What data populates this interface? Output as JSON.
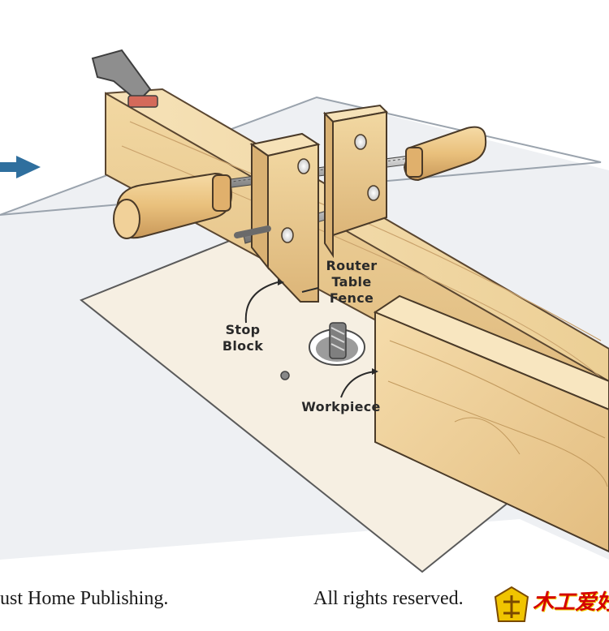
{
  "labels": {
    "router_table_fence": [
      "Router",
      "Table",
      "Fence"
    ],
    "stop_block": [
      "Stop",
      "Block"
    ],
    "workpiece": "Workpiece"
  },
  "footer": {
    "left_text": "ust Home Publishing.",
    "right_text": "All rights reserved."
  },
  "logo": {
    "text": "木工爱好者",
    "icon": "woodworking-logo-icon"
  },
  "colors": {
    "wood_light": "#f3d9a4",
    "wood_mid": "#e4c086",
    "wood_dark": "#c99e5c",
    "table_top": "#f7f0e3",
    "table_surface": "#eef0f2",
    "arrow": "#2f6f9e",
    "logo_red": "#d40000",
    "logo_yellow": "#f0c400"
  }
}
